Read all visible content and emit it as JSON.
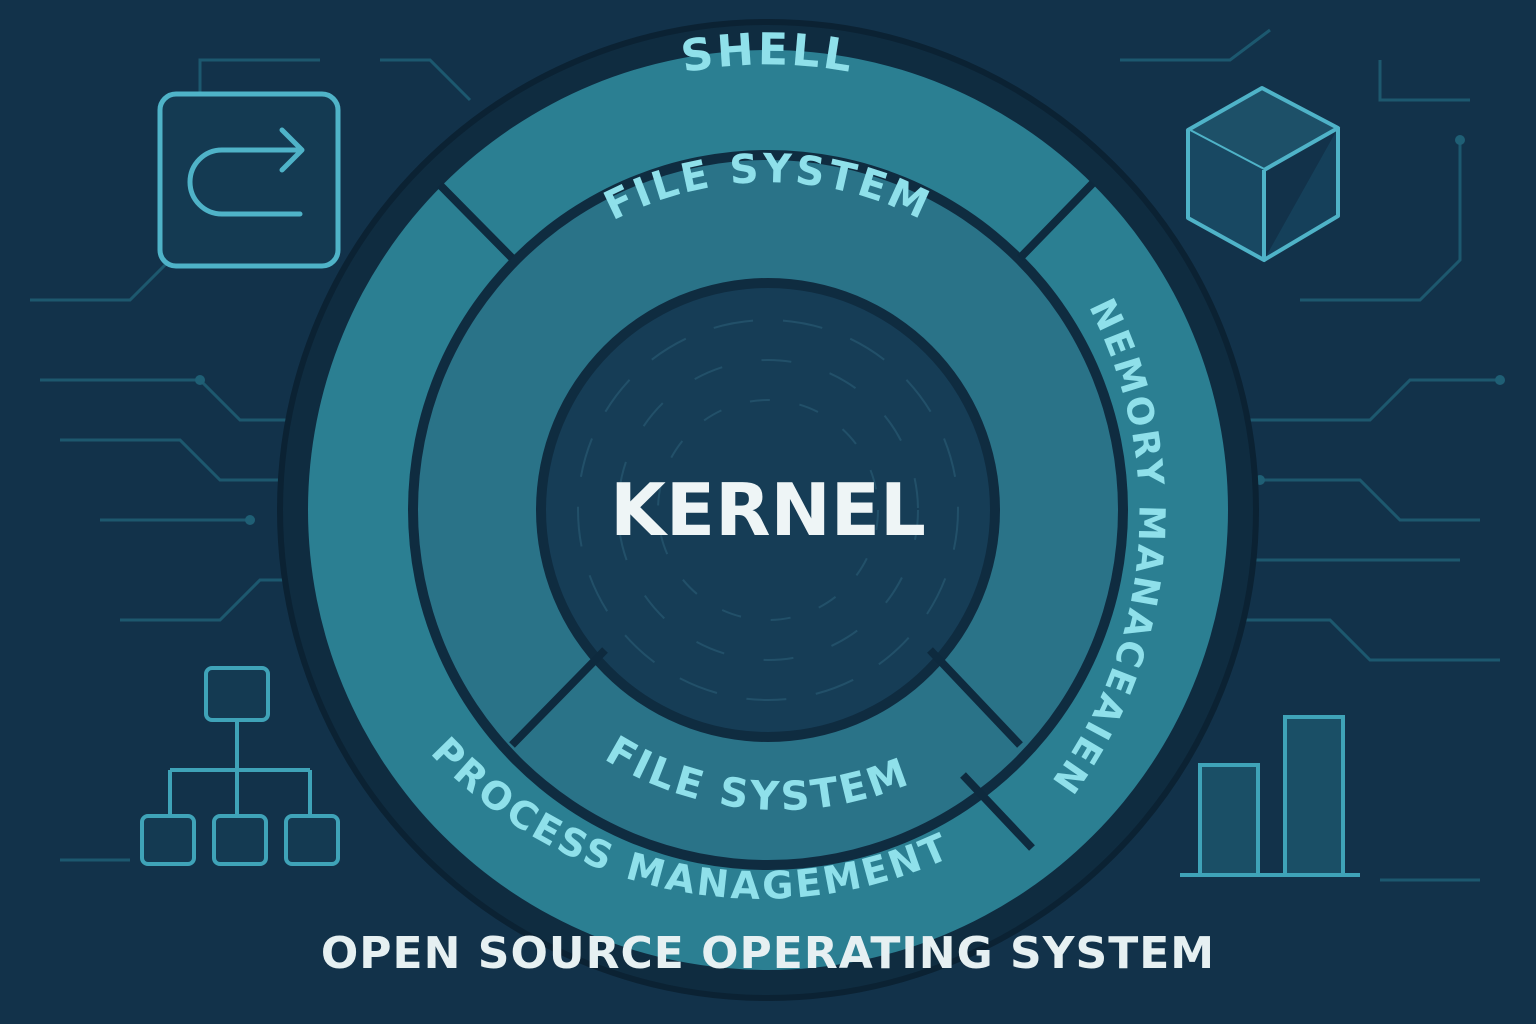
{
  "diagram": {
    "title": "OPEN SOURCE OPERATING SYSTEM",
    "core": "KERNEL",
    "inner_ring": [
      "FILE SYSTEM",
      "FILE SYSTEM"
    ],
    "outer_ring": [
      "SHELL",
      "NEMORY MANACEAIEN",
      "PROCESS MANAGEMENT"
    ]
  },
  "icons": {
    "top_left": "redo-arrow-icon",
    "top_right": "cube-icon",
    "bottom_left": "hierarchy-tree-icon",
    "bottom_right": "bar-chart-icon"
  },
  "colors": {
    "background": "#12324a",
    "outer_ring": "#2b7f92",
    "inner_ring": "#2a7388",
    "core": "#163d56",
    "ring_divider": "#0e2a3e",
    "label": "#8fe0ea",
    "core_text": "#eef5f6",
    "circuit": "#1f5f75"
  }
}
